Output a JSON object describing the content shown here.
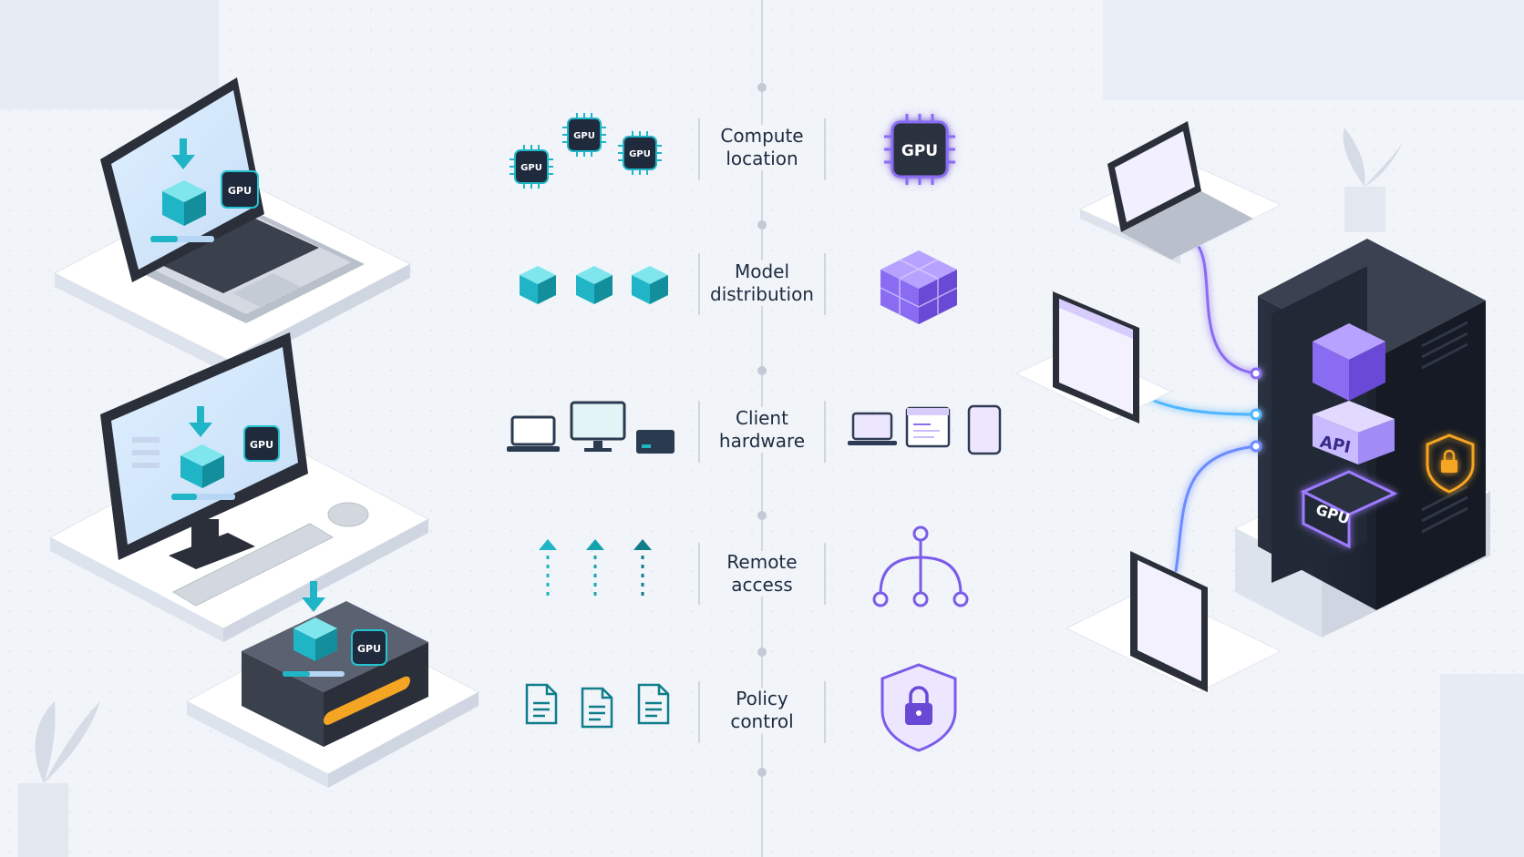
{
  "rows": [
    {
      "id": "compute",
      "line1": "Compute",
      "line2": "location"
    },
    {
      "id": "model",
      "line1": "Model",
      "line2": "distribution"
    },
    {
      "id": "client",
      "line1": "Client",
      "line2": "hardware"
    },
    {
      "id": "remote",
      "line1": "Remote",
      "line2": "access"
    },
    {
      "id": "policy",
      "line1": "Policy",
      "line2": "control"
    }
  ],
  "chip_label": "GPU",
  "api_label": "API",
  "colors": {
    "teal": "#22b8c4",
    "teal_dark": "#0f7d8a",
    "purple": "#7b5ce9",
    "purple_glow": "#9d7cff",
    "navy": "#1f2a3d",
    "orange": "#f5a524"
  }
}
